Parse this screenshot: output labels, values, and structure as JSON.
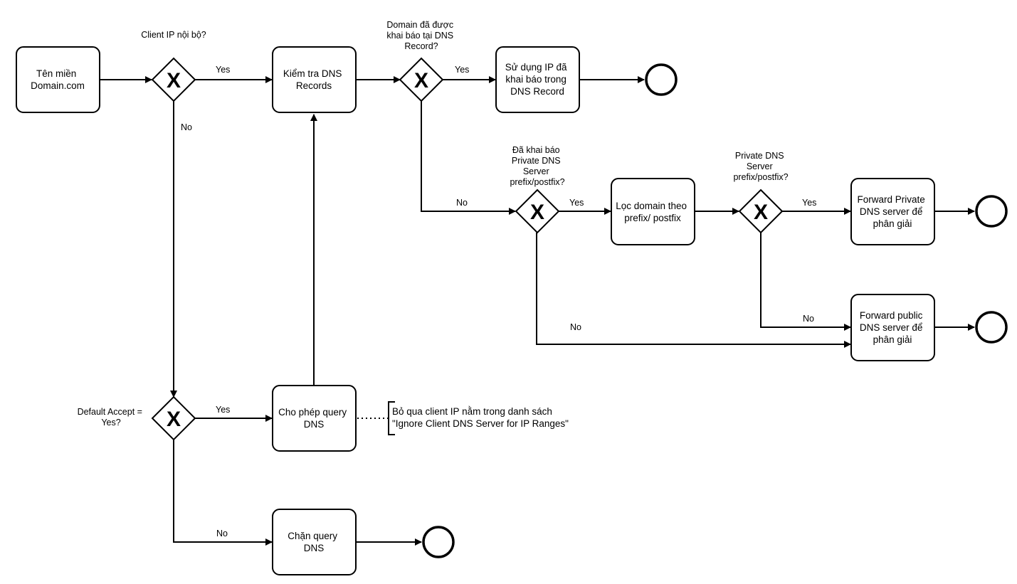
{
  "tasks": [
    {
      "id": "domain",
      "lines": [
        "Tên miền",
        "Domain.com"
      ]
    },
    {
      "id": "check-dns",
      "lines": [
        "Kiểm tra DNS",
        "Records"
      ]
    },
    {
      "id": "use-ip",
      "lines": [
        "Sử dụng IP đã",
        "khai báo trong",
        "DNS Record"
      ]
    },
    {
      "id": "filter-domain",
      "lines": [
        "Lọc domain theo",
        "prefix/ postfix"
      ]
    },
    {
      "id": "forward-private",
      "lines": [
        "Forward Private",
        "DNS server để",
        "phân giải"
      ]
    },
    {
      "id": "forward-public",
      "lines": [
        "Forward public",
        "DNS server để",
        "phân giải"
      ]
    },
    {
      "id": "allow-query",
      "lines": [
        "Cho phép query",
        "DNS"
      ]
    },
    {
      "id": "block-query",
      "lines": [
        "Chặn query",
        "DNS"
      ]
    }
  ],
  "gateways": [
    {
      "id": "client-internal",
      "symbol": "X",
      "question": [
        "Client IP nội bộ?"
      ]
    },
    {
      "id": "domain-declared",
      "symbol": "X",
      "question": [
        "Domain đã được",
        "khai báo tại DNS",
        "Record?"
      ]
    },
    {
      "id": "private-dns-declared",
      "symbol": "X",
      "question": [
        "Đã khai báo",
        "Private DNS",
        "Server",
        "prefix/postfix?"
      ]
    },
    {
      "id": "private-dns-match",
      "symbol": "X",
      "question": [
        "Private DNS",
        "Server",
        "prefix/postfix?"
      ]
    },
    {
      "id": "default-accept",
      "symbol": "X",
      "question": [
        "Default Accept =",
        "Yes?"
      ]
    }
  ],
  "edge_labels": {
    "yes": "Yes",
    "no": "No"
  },
  "annotation": {
    "lines": [
      "Bỏ qua client IP nằm trong danh sách",
      "\"Ignore Client DNS Server for IP Ranges\""
    ]
  }
}
